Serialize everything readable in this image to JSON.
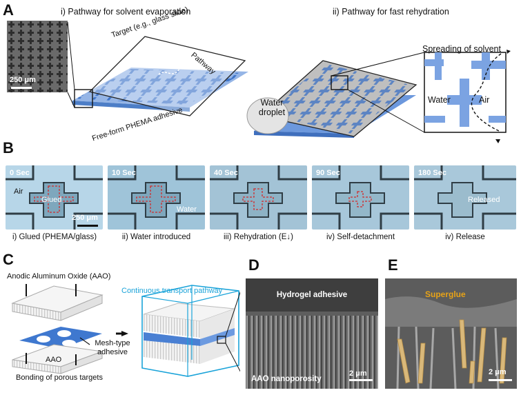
{
  "panelA": {
    "letter": "A",
    "left_title": "i) Pathway for solvent evaporation",
    "right_title": "ii) Pathway for fast rehydration",
    "target_label": "Target (e.g., glass slide)",
    "pathway_label": "Pathway",
    "adhesive_label": "Free-form PHEMA  adhesive",
    "scale_label": "250 μm",
    "spreading_label": "Spreading of solvent",
    "water_droplet_label": "Water droplet",
    "water_label": "Water",
    "air_label": "Air"
  },
  "panelB": {
    "letter": "B",
    "frames": [
      {
        "time": "0 Sec",
        "caption": "i) Glued (PHEMA/glass)"
      },
      {
        "time": "10 Sec",
        "caption": "ii) Water introduced"
      },
      {
        "time": "40 Sec",
        "caption": "iii) Rehydration (E↓)"
      },
      {
        "time": "90 Sec",
        "caption": "iv) Self-detachment"
      },
      {
        "time": "180 Sec",
        "caption": "iv) Release"
      }
    ],
    "air_label": "Air",
    "glued_label": "Glued",
    "water_label": "Water",
    "released_label": "Released",
    "scale_label": "250 μm"
  },
  "panelC": {
    "letter": "C",
    "aao_title": "Anodic Aluminum Oxide (AAO)",
    "aao_label": "AAO",
    "mesh_label": "Mesh-type adhesive",
    "bonding_label": "Bonding of porous targets",
    "transport_label": "Continuous transport pathway"
  },
  "panelD": {
    "letter": "D",
    "top_label": "Hydrogel adhesive",
    "bottom_label": "AAO nanoporosity",
    "scale_label": "2 μm"
  },
  "panelE": {
    "letter": "E",
    "top_label": "Superglue",
    "scale_label": "2 μm"
  },
  "colors": {
    "adhesive_blue": "#5b8fd6",
    "transport_cyan": "#1aa3d9",
    "superglue_gold": "#e8a317"
  }
}
